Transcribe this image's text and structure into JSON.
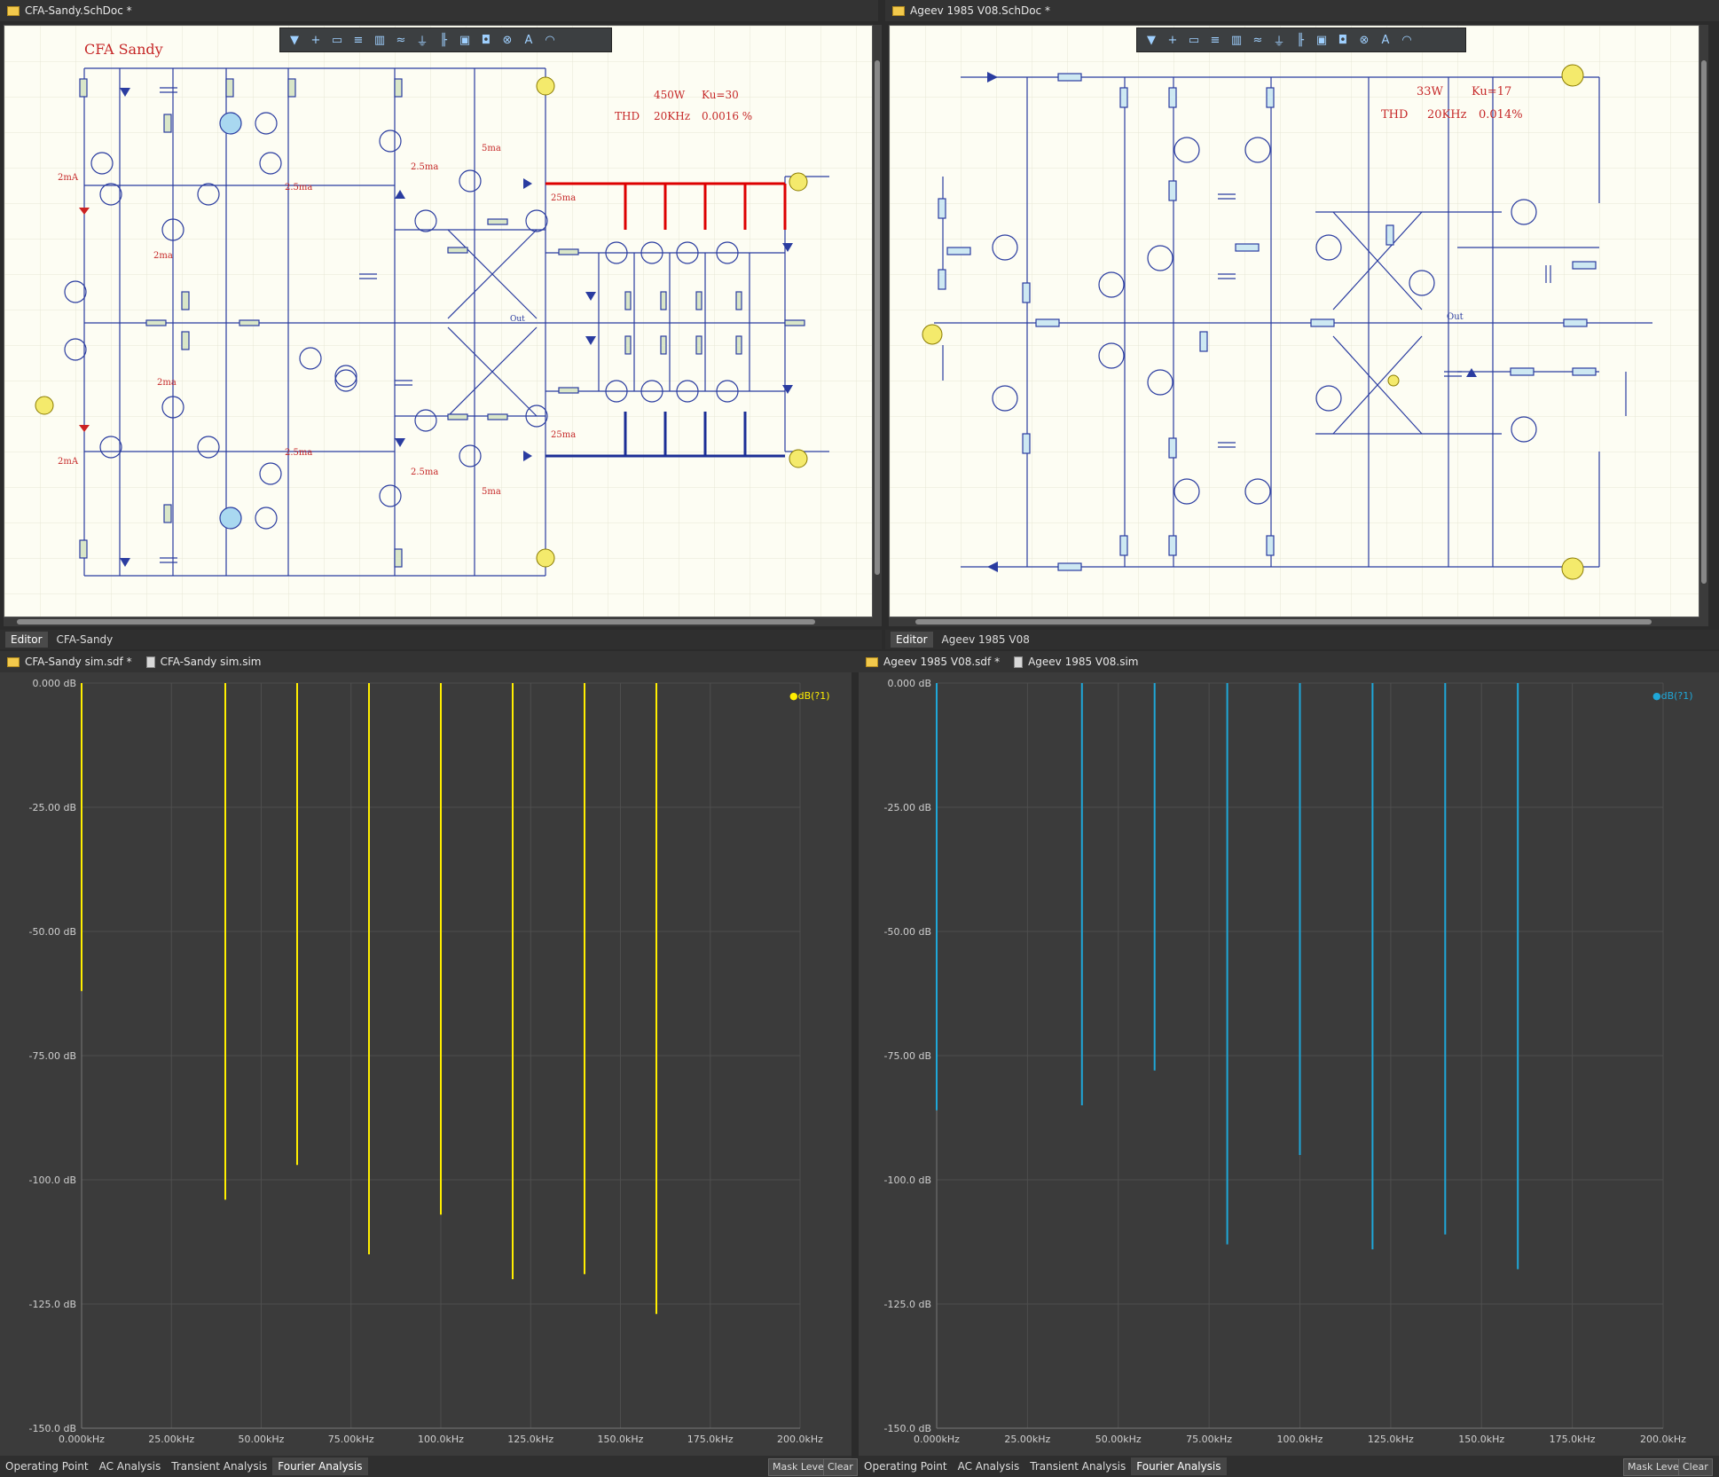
{
  "left_doc": {
    "tab": "CFA-Sandy.SchDoc *",
    "title": "CFA Sandy",
    "power": "450W",
    "gain": "Ku=30",
    "thd_label": "THD",
    "thd_freq": "20KHz",
    "thd_value": "0.0016 %",
    "editor_tab": "Editor",
    "editor_name": "CFA-Sandy",
    "sim_tabs": [
      "CFA-Sandy sim.sdf *",
      "CFA-Sandy sim.sim"
    ],
    "currents": [
      "2mA",
      "2ma",
      "2ma",
      "2mA",
      "2.5ma",
      "2.5ma",
      "2.5ma",
      "2.5ma",
      "5ma",
      "5ma",
      "25ma",
      "25ma"
    ],
    "out_label": "Out"
  },
  "right_doc": {
    "tab": "Ageev 1985 V08.SchDoc *",
    "power": "33W",
    "gain": "Ku=17",
    "thd_label": "THD",
    "thd_freq": "20KHz",
    "thd_value": "0.014%",
    "editor_tab": "Editor",
    "editor_name": "Ageev 1985 V08",
    "sim_tabs": [
      "Ageev 1985 V08.sdf *",
      "Ageev 1985 V08.sim"
    ],
    "out_label": "Out"
  },
  "bottom_tabs": [
    "Operating Point",
    "AC Analysis",
    "Transient Analysis",
    "Fourier Analysis"
  ],
  "active_bottom_tab": "Fourier Analysis",
  "buttons": {
    "mask_level": "Mask Level",
    "clear": "Clear"
  },
  "colors": {
    "left_series": "#ffee00",
    "right_series": "#1fa7d8",
    "wire": "#2a3ca0",
    "highlight": "#dd0000"
  },
  "chart_data": [
    {
      "type": "bar",
      "legend": "dB(?1)",
      "legend_placement": "top-right",
      "x_unit": "kHz",
      "x": [
        0,
        40,
        60,
        80,
        100,
        120,
        140,
        160
      ],
      "values": [
        -62,
        -104,
        -97,
        -115,
        -107,
        -120,
        -119,
        -127
      ],
      "xlim": [
        0,
        200
      ],
      "ylim": [
        -150,
        0
      ],
      "xticks": [
        "0.000kHz",
        "25.00kHz",
        "50.00kHz",
        "75.00kHz",
        "100.0kHz",
        "125.0kHz",
        "150.0kHz",
        "175.0kHz",
        "200.0kHz"
      ],
      "yticks": [
        "0.000 dB",
        "-25.00 dB",
        "-50.00 dB",
        "-75.00 dB",
        "-100.0 dB",
        "-125.0 dB",
        "-150.0 dB"
      ],
      "grid": true
    },
    {
      "type": "bar",
      "legend": "dB(?1)",
      "legend_placement": "top-right",
      "x_unit": "kHz",
      "x": [
        0,
        40,
        60,
        80,
        100,
        120,
        140,
        160
      ],
      "values": [
        -86,
        -85,
        -78,
        -113,
        -95,
        -114,
        -111,
        -118
      ],
      "xlim": [
        0,
        200
      ],
      "ylim": [
        -150,
        0
      ],
      "xticks": [
        "0.000kHz",
        "25.00kHz",
        "50.00kHz",
        "75.00kHz",
        "100.0kHz",
        "125.0kHz",
        "150.0kHz",
        "175.0kHz",
        "200.0kHz"
      ],
      "yticks": [
        "0.000 dB",
        "-25.00 dB",
        "-50.00 dB",
        "-75.00 dB",
        "-100.0 dB",
        "-125.0 dB",
        "-150.0 dB"
      ],
      "grid": true
    }
  ]
}
